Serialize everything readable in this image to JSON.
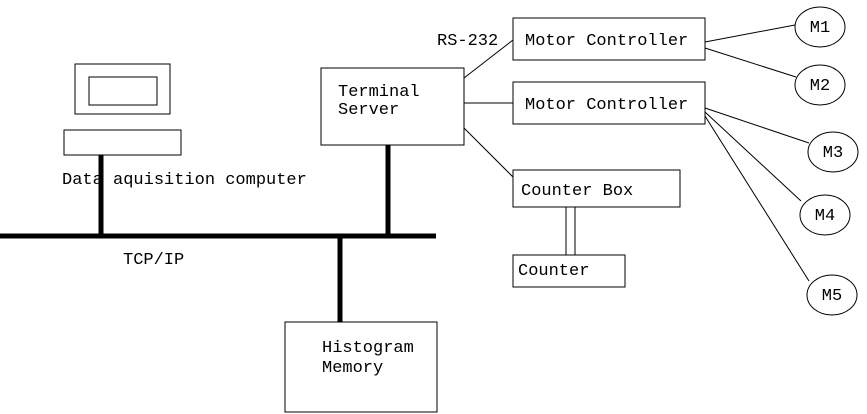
{
  "diagram": {
    "computer_label": "Data aquisition computer",
    "bus_label": "TCP/IP",
    "rs232_label": "RS-232",
    "terminal_server": {
      "line1": "Terminal",
      "line2": "Server"
    },
    "motor_controller_1": "Motor Controller",
    "motor_controller_2": "Motor Controller",
    "counter_box_label": "Counter Box",
    "counter_label": "Counter",
    "histogram_memory": {
      "line1": "Histogram",
      "line2": "Memory"
    },
    "motors": [
      "M1",
      "M2",
      "M3",
      "M4",
      "M5"
    ],
    "colors": {
      "line": "#000000",
      "background": "#ffffff"
    }
  }
}
